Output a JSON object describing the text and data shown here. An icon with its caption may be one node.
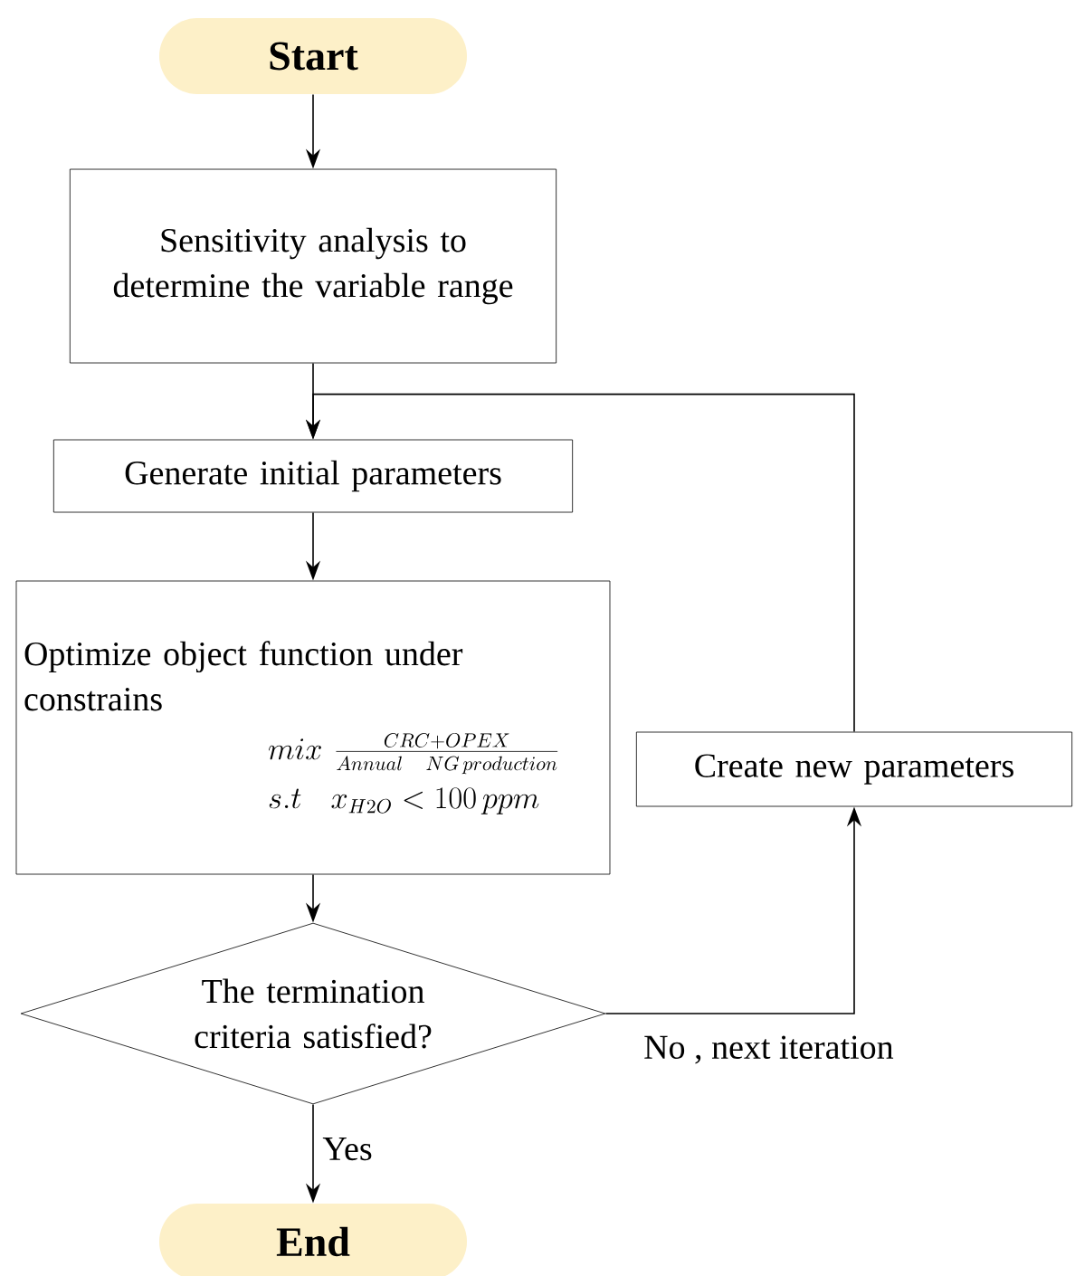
{
  "diagram": {
    "nodes": [
      {
        "text": [
          "Start"
        ]
      },
      {
        "text": [
          "Sensitivity analysis to determine the variable range"
        ]
      },
      {
        "text": [
          "Generate initial parameters"
        ]
      },
      {
        "text": [
          "Optimize object function under constrains",
          "mix\\ \\frac{CRC+OPEX}{Annual\\ \\ NG\\, production}",
          "s.t\\quad x_{H2O}<100\\,ppm"
        ]
      },
      {
        "text": [
          "The termination criteria satisfied?"
        ]
      },
      {
        "text": [
          "Create new parameters"
        ]
      },
      {
        "text": [
          "End"
        ]
      }
    ],
    "edges": [
      {
        "from": 0,
        "to": 1,
        "arrow": "to"
      },
      {
        "from": 1,
        "to": 2,
        "arrow": "to"
      },
      {
        "from": 2,
        "to": 3,
        "arrow": "to"
      },
      {
        "from": 3,
        "to": 4,
        "arrow": "to"
      },
      {
        "from": 4,
        "to": 5,
        "arrow": "to",
        "label": "No , next iteration"
      },
      {
        "from": 5,
        "to": 2,
        "arrow": "to"
      },
      {
        "from": 4,
        "to": 6,
        "arrow": "to",
        "label": "Yes"
      }
    ]
  }
}
